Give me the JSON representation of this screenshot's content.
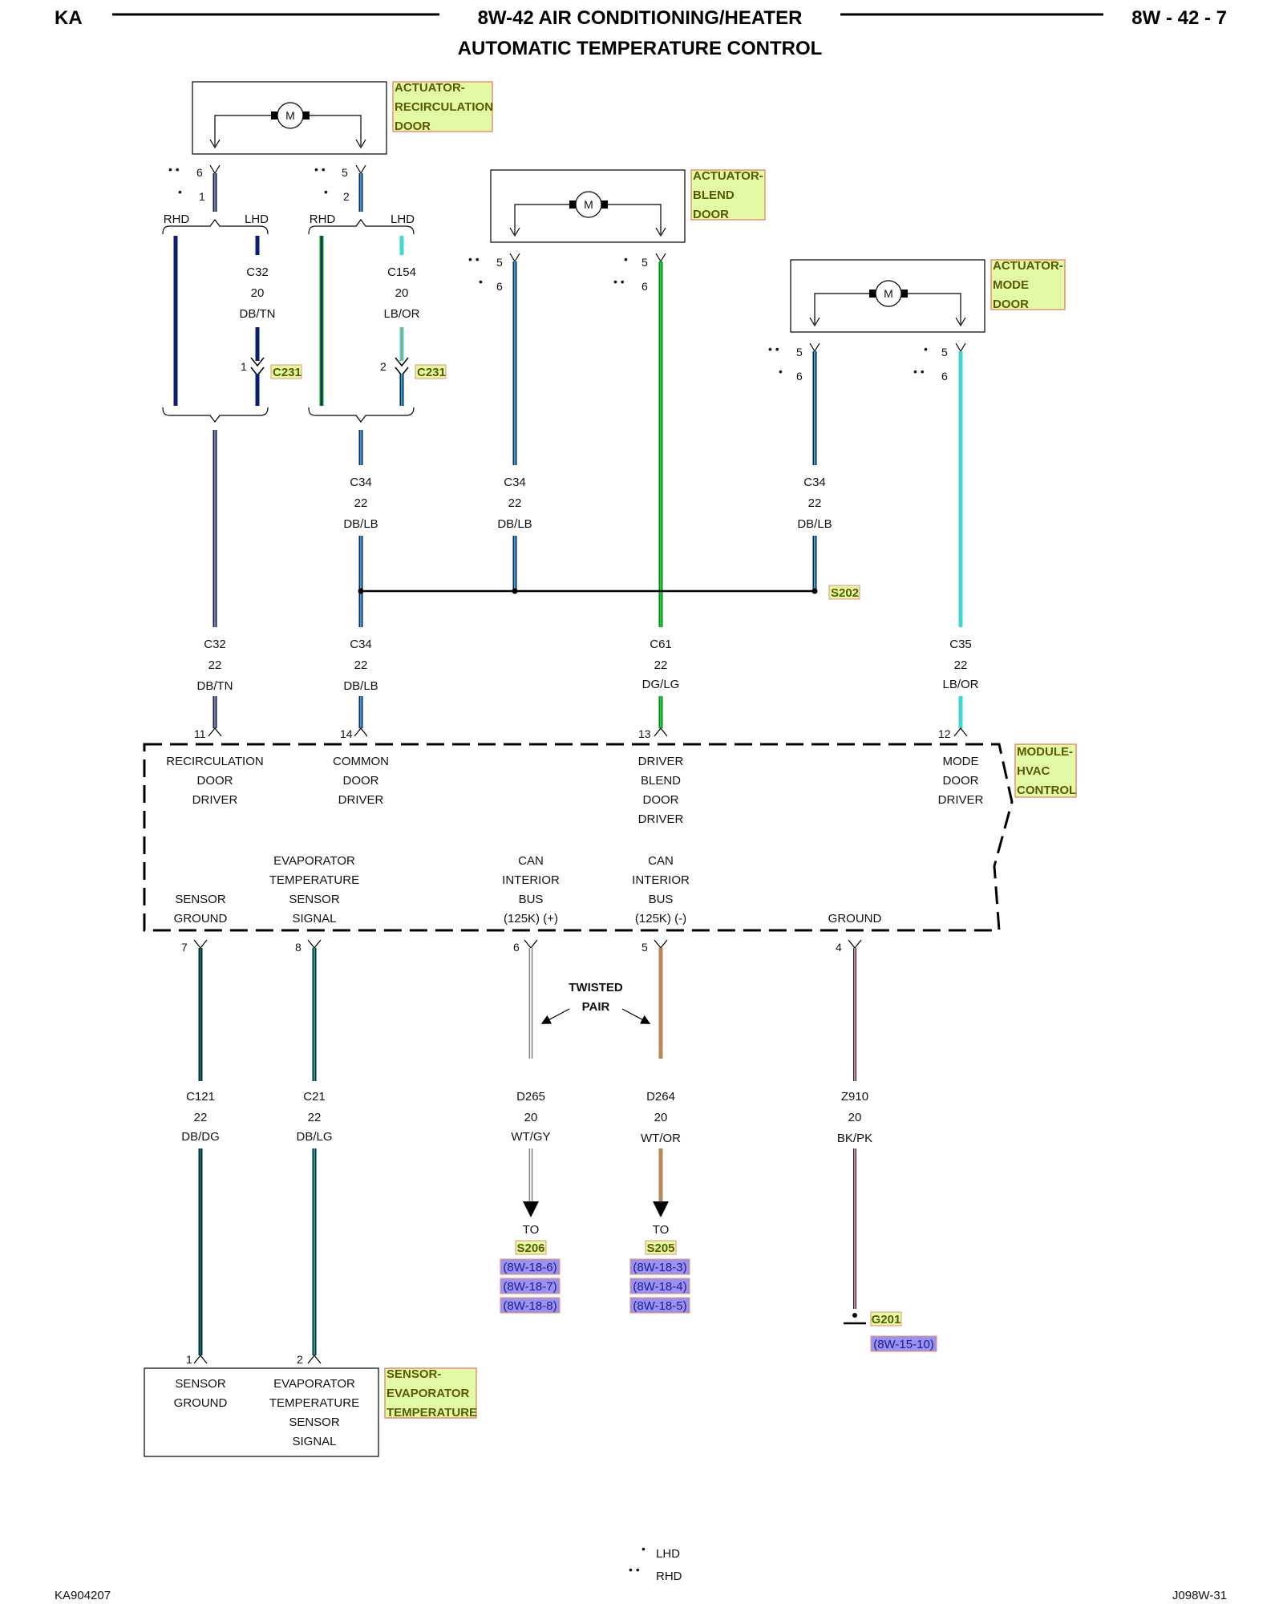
{
  "header": {
    "left": "KA",
    "title": "8W-42 AIR CONDITIONING/HEATER",
    "subtitle": "AUTOMATIC TEMPERATURE CONTROL",
    "page": "8W - 42 - 7"
  },
  "footer": {
    "left": "KA904207",
    "right": "J098W-31"
  },
  "legend": {
    "one_dot": "LHD",
    "two_dots": "RHD"
  },
  "components": {
    "recirc_actuator": [
      "ACTUATOR-",
      "RECIRCULATION",
      "DOOR"
    ],
    "blend_actuator": [
      "ACTUATOR-",
      "BLEND",
      "DOOR"
    ],
    "mode_actuator": [
      "ACTUATOR-",
      "MODE",
      "DOOR"
    ],
    "hvac_module": [
      "MODULE-",
      "HVAC",
      "CONTROL"
    ],
    "evap_sensor": [
      "SENSOR-",
      "EVAPORATOR",
      "TEMPERATURE"
    ],
    "motor_symbol": "M"
  },
  "labels": {
    "rhd": "RHD",
    "lhd": "LHD",
    "twisted_pair": [
      "TWISTED",
      "PAIR"
    ],
    "to": "TO"
  },
  "connectors": {
    "c231": "C231",
    "s202": "S202",
    "s206": "S206",
    "s205": "S205",
    "g201": "G201"
  },
  "wires": {
    "c32_upper": [
      "C32",
      "20",
      "DB/TN"
    ],
    "c154": [
      "C154",
      "20",
      "LB/OR"
    ],
    "c34_a": [
      "C34",
      "22",
      "DB/LB"
    ],
    "c34_b": [
      "C34",
      "22",
      "DB/LB"
    ],
    "c34_c": [
      "C34",
      "22",
      "DB/LB"
    ],
    "c32_lower": [
      "C32",
      "22",
      "DB/TN"
    ],
    "c34_lower": [
      "C34",
      "22",
      "DB/LB"
    ],
    "c61": [
      "C61",
      "22",
      "DG/LG"
    ],
    "c35": [
      "C35",
      "22",
      "LB/OR"
    ],
    "c121": [
      "C121",
      "22",
      "DB/DG"
    ],
    "c21": [
      "C21",
      "22",
      "DB/LG"
    ],
    "d265": [
      "D265",
      "20",
      "WT/GY"
    ],
    "d264": [
      "D264",
      "20",
      "WT/OR"
    ],
    "z910": [
      "Z910",
      "20",
      "BK/PK"
    ]
  },
  "module_functions": {
    "recirc": [
      "RECIRCULATION",
      "DOOR",
      "DRIVER"
    ],
    "common": [
      "COMMON",
      "DOOR",
      "DRIVER"
    ],
    "blend": [
      "DRIVER",
      "BLEND",
      "DOOR",
      "DRIVER"
    ],
    "mode": [
      "MODE",
      "DOOR",
      "DRIVER"
    ],
    "sensor_ground": [
      "SENSOR",
      "GROUND"
    ],
    "evap_signal": [
      "EVAPORATOR",
      "TEMPERATURE",
      "SENSOR",
      "SIGNAL"
    ],
    "can_pos": [
      "CAN",
      "INTERIOR",
      "BUS",
      "(125K) (+)"
    ],
    "can_neg": [
      "CAN",
      "INTERIOR",
      "BUS",
      "(125K) (-)"
    ],
    "ground": [
      "GROUND"
    ]
  },
  "sensor_functions": {
    "ground": [
      "SENSOR",
      "GROUND"
    ],
    "signal": [
      "EVAPORATOR",
      "TEMPERATURE",
      "SENSOR",
      "SIGNAL"
    ]
  },
  "pins": {
    "recirc_6": "6",
    "recirc_1": "1",
    "recirc_5": "5",
    "recirc_2": "2",
    "c231_1": "1",
    "c231_2": "2",
    "blend_l5": "5",
    "blend_l6": "6",
    "blend_r5": "5",
    "blend_r6": "6",
    "mode_l5": "5",
    "mode_l6": "6",
    "mode_r5": "5",
    "mode_r6": "6",
    "mod_11": "11",
    "mod_14": "14",
    "mod_13": "13",
    "mod_12": "12",
    "mod_7": "7",
    "mod_8": "8",
    "mod_6": "6",
    "mod_5": "5",
    "mod_4": "4",
    "sen_1": "1",
    "sen_2": "2"
  },
  "references": {
    "s206_refs": [
      "(8W-18-6)",
      "(8W-18-7)",
      "(8W-18-8)"
    ],
    "s205_refs": [
      "(8W-18-3)",
      "(8W-18-4)",
      "(8W-18-5)"
    ],
    "g201_ref": "(8W-15-10)"
  },
  "colors": {
    "db": "#0b1f6e",
    "tn": "#c8b48a",
    "lb": "#3ed7d2",
    "dg": "#0a8a1c",
    "lg": "#27d43d",
    "wt": "#ffffff",
    "gy": "#8f8f8f",
    "or": "#f07a10",
    "bk": "#222222",
    "pk": "#f4a0b4",
    "tag_fill": "#e2f9a6",
    "tag_border": "#e89070",
    "link_fill": "#9a92ec"
  }
}
